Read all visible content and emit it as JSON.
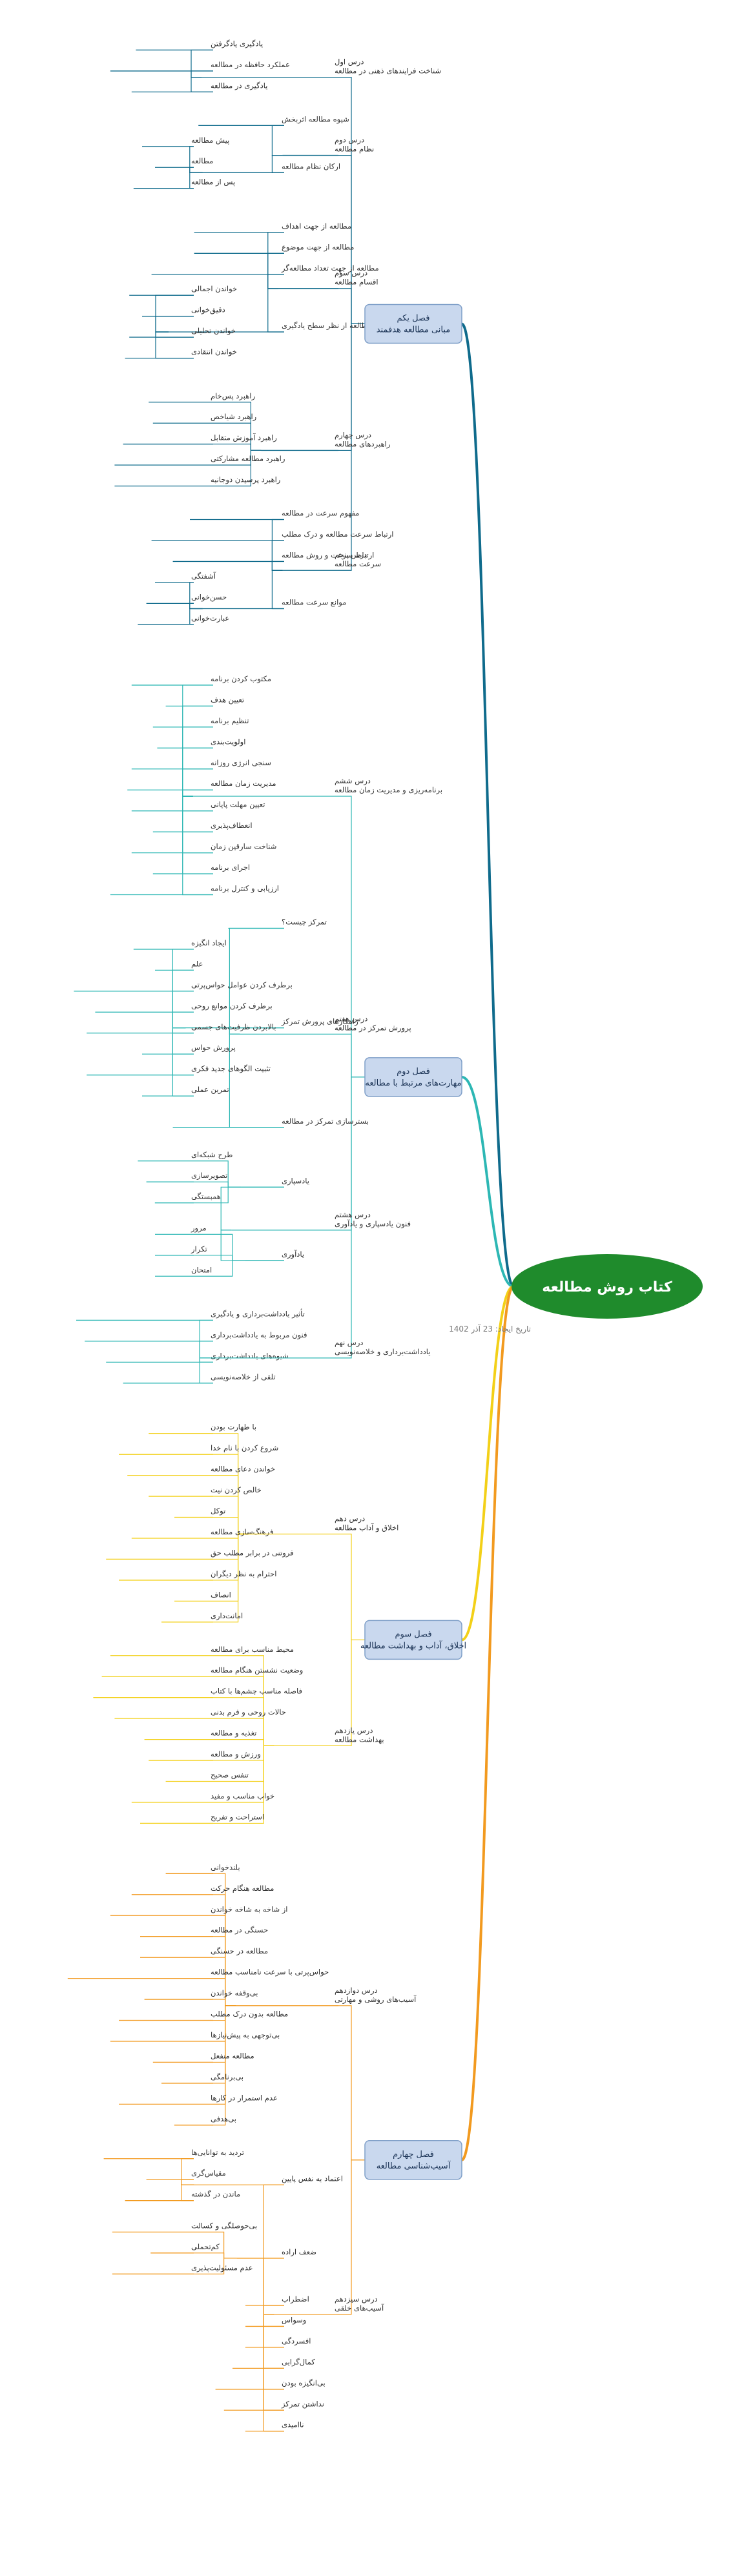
{
  "title": "کتاب روش مطالعه",
  "created": "تاریخ ایجاد: 23 آذر 1402",
  "colors": {
    "root_fill": "#1f8b2c",
    "root_text": "#ffffff",
    "node_fill": "#c9d8ee",
    "node_stroke": "#7f9fc8",
    "branch_1": "#0f6b8c",
    "branch_2": "#2db7b4",
    "branch_3": "#f3d018",
    "branch_4": "#f29a1f",
    "text": "#333333"
  },
  "branches": [
    {
      "label": [
        "فصل یکم",
        "مبانی مطالعه هدفمند"
      ],
      "color": "#0f6b8c",
      "groups": [
        {
          "label": [
            "درس اول",
            "شناخت فرایندهای ذهنی در مطالعه"
          ],
          "children": [
            {
              "label": "یادگیری یادگرفتن"
            },
            {
              "label": "عملکرد حافظه در مطالعه"
            },
            {
              "label": "یادگیری در مطالعه"
            }
          ]
        },
        {
          "label": [
            "درس دوم",
            "نظام مطالعه"
          ],
          "children": [
            {
              "label": "شیوه مطالعه اثربخش"
            },
            {
              "label": "ارکان نظام مطالعه",
              "children": [
                {
                  "label": "پیش مطالعه"
                },
                {
                  "label": "مطالعه"
                },
                {
                  "label": "پس از مطالعه"
                }
              ]
            }
          ]
        },
        {
          "label": [
            "درس سوم",
            "اقسام مطالعه"
          ],
          "children": [
            {
              "label": "مطالعه از جهت اهداف"
            },
            {
              "label": "مطالعه از جهت موضوع"
            },
            {
              "label": "مطالعه از جهت تعداد مطالعه‌گر"
            },
            {
              "label": "مطالعه از نظر سطح یادگیری",
              "children": [
                {
                  "label": "خواندن اجمالی"
                },
                {
                  "label": "دقیق‌خوانی"
                },
                {
                  "label": "خواندن تحلیلی"
                },
                {
                  "label": "خواندن انتقادی"
                }
              ]
            }
          ]
        },
        {
          "label": [
            "درس چهارم",
            "راهبردهای مطالعه"
          ],
          "children": [
            {
              "label": "راهبرد پس‌خام"
            },
            {
              "label": "راهبرد شیاخص"
            },
            {
              "label": "راهبرد آموزش متقابل"
            },
            {
              "label": "راهبرد مطالعه مشارکتی"
            },
            {
              "label": "راهبرد پرسیدن دوجانبه"
            }
          ]
        },
        {
          "label": [
            "درس پنجم",
            "سرعت مطالعه"
          ],
          "children": [
            {
              "label": "مفهوم سرعت در مطالعه"
            },
            {
              "label": "ارتباط سرعت مطالعه و درک مطلب"
            },
            {
              "label": "ارتباط سرعت و روش مطالعه"
            },
            {
              "label": "موانع سرعت مطالعه",
              "children": [
                {
                  "label": "آشفتگی"
                },
                {
                  "label": "حسن‌خوانی"
                },
                {
                  "label": "عبارت‌خوانی"
                }
              ]
            }
          ]
        }
      ]
    },
    {
      "label": [
        "فصل دوم",
        "مهارت‌های مرتبط با مطالعه"
      ],
      "color": "#2db7b4",
      "groups": [
        {
          "label": [
            "درس ششم",
            "برنامه‌ریزی و مدیریت زمان مطالعه"
          ],
          "children": [
            {
              "label": "مکتوب کردن برنامه"
            },
            {
              "label": "تعیین هدف"
            },
            {
              "label": "تنظیم برنامه"
            },
            {
              "label": "اولویت‌بندی"
            },
            {
              "label": "سنجی انرژی روزانه"
            },
            {
              "label": "مدیریت زمان مطالعه"
            },
            {
              "label": "تعیین مهلت پایانی"
            },
            {
              "label": "انعطاف‌پذیری"
            },
            {
              "label": "شناخت سارقین زمان"
            },
            {
              "label": "اجرای برنامه"
            },
            {
              "label": "ارزیابی و کنترل برنامه"
            }
          ]
        },
        {
          "label": [
            "درس هفتم",
            "پرورش تمرکز در مطالعه"
          ],
          "children": [
            {
              "label": "تمرکز چیست؟"
            },
            {
              "label": "راهکارهای پرورش تمرکز",
              "children": [
                {
                  "label": "ایجاد انگیزه"
                },
                {
                  "label": "علم"
                },
                {
                  "label": "برطرف کردن عوامل حواس‌پرتی"
                },
                {
                  "label": "برطرف کردن موانع روحی"
                },
                {
                  "label": "بالابردن ظرفیت‌های جسمی"
                },
                {
                  "label": "پرورش حواس"
                },
                {
                  "label": "تثبیت الگوهای جدید فکری"
                },
                {
                  "label": "تمرین عملی"
                }
              ]
            },
            {
              "label": "بسترسازی تمرکز در مطالعه"
            }
          ]
        },
        {
          "label": [
            "درس هشتم",
            "فنون یادسپاری و یادآوری"
          ],
          "children": [
            {
              "label": "یادسپاری",
              "children": [
                {
                  "label": "طرح شبکه‌ای"
                },
                {
                  "label": "تصویرسازی"
                },
                {
                  "label": "همبستگی"
                }
              ]
            },
            {
              "label": "یادآوری",
              "children": [
                {
                  "label": "مرور"
                },
                {
                  "label": "تکرار"
                },
                {
                  "label": "امتحان"
                }
              ]
            }
          ]
        },
        {
          "label": [
            "درس نهم",
            "یادداشت‌برداری و خلاصه‌نویسی"
          ],
          "children": [
            {
              "label": "تأثیر یادداشت‌برداری و یادگیری"
            },
            {
              "label": "فنون مربوط به یادداشت‌برداری"
            },
            {
              "label": "شیوه‌های یادداشت‌برداری"
            },
            {
              "label": "تلقی از خلاصه‌نویسی"
            }
          ]
        }
      ]
    },
    {
      "label": [
        "فصل سوم",
        "اخلاق، آداب و بهداشت مطالعه"
      ],
      "color": "#f3d018",
      "groups": [
        {
          "label": [
            "درس دهم",
            "اخلاق و آداب مطالعه"
          ],
          "children": [
            {
              "label": "با طهارت بودن"
            },
            {
              "label": "شروع کردن با نام خدا"
            },
            {
              "label": "خواندن دعای مطالعه"
            },
            {
              "label": "خالص کردن نیت"
            },
            {
              "label": "توکل"
            },
            {
              "label": "فرهنگ‌سازی مطالعه"
            },
            {
              "label": "فروتنی در برابر مطلب حق"
            },
            {
              "label": "احترام به نظر دیگران"
            },
            {
              "label": "انصاف"
            },
            {
              "label": "امانت‌داری"
            }
          ]
        },
        {
          "label": [
            "درس یازدهم",
            "بهداشت مطالعه"
          ],
          "children": [
            {
              "label": "محیط مناسب برای مطالعه"
            },
            {
              "label": "وضعیت نشستن هنگام مطالعه"
            },
            {
              "label": "فاصله مناسب چشم‌ها با کتاب"
            },
            {
              "label": "حالات روحی و فرم بدنی"
            },
            {
              "label": "تغذیه و مطالعه"
            },
            {
              "label": "ورزش و مطالعه"
            },
            {
              "label": "تنفس صحیح"
            },
            {
              "label": "خواب مناسب و مفید"
            },
            {
              "label": "استراحت و تفریح"
            }
          ]
        }
      ]
    },
    {
      "label": [
        "فصل چهارم",
        "آسیب‌شناسی مطالعه"
      ],
      "color": "#f29a1f",
      "groups": [
        {
          "label": [
            "درس دوازدهم",
            "آسیب‌های روشی و مهارتی"
          ],
          "children": [
            {
              "label": "بلندخوانی"
            },
            {
              "label": "مطالعه هنگام حرکت"
            },
            {
              "label": "از شاخه به شاخه خواندن"
            },
            {
              "label": "حسنگی در مطالعه"
            },
            {
              "label": "مطالعه در حسنگی"
            },
            {
              "label": "حواس‌پرتی با سرعت نامناسب مطالعه"
            },
            {
              "label": "بی‌وقفه خواندن"
            },
            {
              "label": "مطالعه بدون درک مطلب"
            },
            {
              "label": "بی‌توجهی به پیش‌نیازها"
            },
            {
              "label": "مطالعه منفعل"
            },
            {
              "label": "بی‌برنامگی"
            },
            {
              "label": "عدم استمرار در کارها"
            },
            {
              "label": "بی‌هدفی"
            }
          ]
        },
        {
          "label": [
            "درس سیزدهم",
            "آسیب‌های خلقی"
          ],
          "children": [
            {
              "label": "اعتماد به نفس پایین",
              "children": [
                {
                  "label": "تردید به توانایی‌ها"
                },
                {
                  "label": "مقیاس‌گری"
                },
                {
                  "label": "ماندن در گذشته"
                }
              ]
            },
            {
              "label": "ضعف اراده",
              "children": [
                {
                  "label": "بی‌حوصلگی و کسالت"
                },
                {
                  "label": "کم‌تحملی"
                },
                {
                  "label": "عدم مسئولیت‌پذیری"
                }
              ]
            },
            {
              "label": "اضطراب"
            },
            {
              "label": "وسواس"
            },
            {
              "label": "افسردگی"
            },
            {
              "label": "کمال‌گرایی"
            },
            {
              "label": "بی‌انگیزه بودن"
            },
            {
              "label": "نداشتن تمرکز"
            },
            {
              "label": "ناامیدی"
            }
          ]
        }
      ]
    }
  ]
}
